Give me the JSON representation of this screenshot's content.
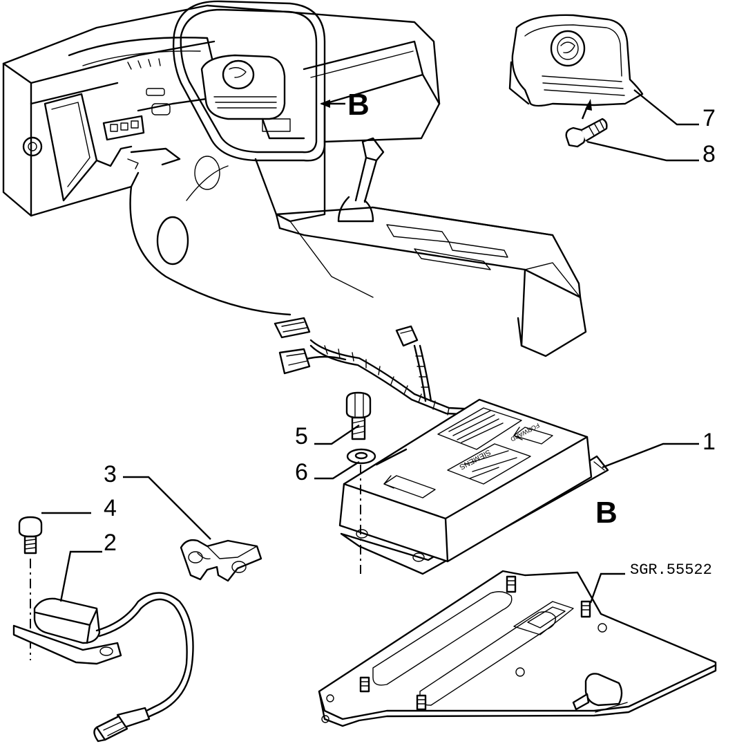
{
  "diagram": {
    "view_label_top": "B",
    "view_label_main": "B",
    "drawing_reference": "SGR.55522",
    "callouts": [
      {
        "id": "1",
        "label": "1"
      },
      {
        "id": "2",
        "label": "2"
      },
      {
        "id": "3",
        "label": "3"
      },
      {
        "id": "4",
        "label": "4"
      },
      {
        "id": "5",
        "label": "5"
      },
      {
        "id": "6",
        "label": "6"
      },
      {
        "id": "7",
        "label": "7"
      },
      {
        "id": "8",
        "label": "8"
      }
    ],
    "control_unit_label_brand": "SIEMENS",
    "control_unit_arrow_label": "FORWARD",
    "icons": [
      "dashboard-illustration",
      "steering-wheel",
      "airbag-cover",
      "screw",
      "airbag-control-unit",
      "mounting-bracket",
      "wiring-harness",
      "crash-sensor",
      "clip",
      "washer"
    ]
  }
}
